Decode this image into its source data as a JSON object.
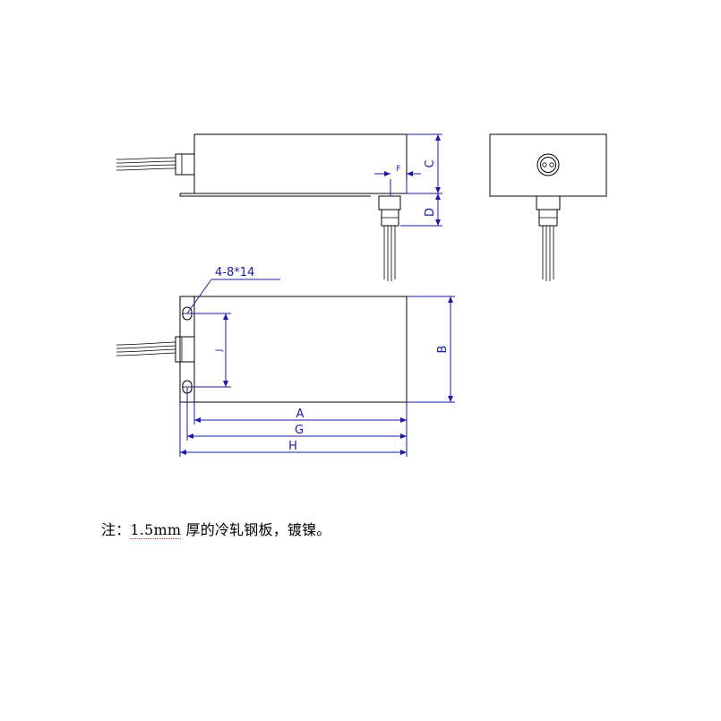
{
  "dimensions": {
    "A": "A",
    "B": "B",
    "C": "C",
    "D": "D",
    "F": "F",
    "G": "G",
    "H": "H",
    "J": "J",
    "holes": "4-8*14"
  },
  "note": {
    "prefix": "注：",
    "thickness": "1.5mm",
    "text": " 厚的冷轧钢板，镀镍。"
  },
  "colors": {
    "dimension": "#1a1aa8",
    "outline": "#000000"
  }
}
